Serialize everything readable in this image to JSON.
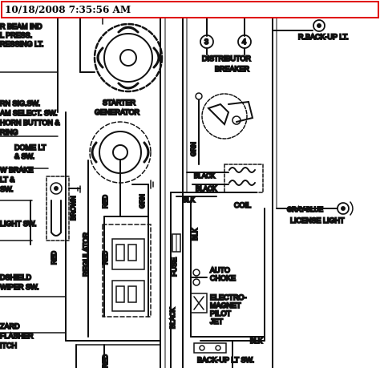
{
  "timestamp": "10/18/2008 7:35:56 AM",
  "left_labels": {
    "beam_ind": "R BEAM IND",
    "press": "L PRESS.",
    "press_lt": "RESSING LT.",
    "turn_sw": "RN SIG.SW.",
    "beam_select": "AM SELECT. SW.",
    "horn_button": "HORN BUTTON &",
    "ring": "RING",
    "dome_lt": "DOME LT",
    "and_sw": "& SW.",
    "brake": "W BRAKE",
    "lt_and": "LT &",
    "sw": "SW.",
    "light_sw": "LIGHT SW.",
    "windshield": "DSHIELD",
    "wiper_sw": "WIPER SW.",
    "hazard": "ZARD",
    "flasher": "FLASHER",
    "switch": "ITCH"
  },
  "components": {
    "starter": "STARTER",
    "generator": "GENERATOR",
    "regulator": "REGULATOR",
    "distributor": "DISTRIBUTOR",
    "breaker": "BREAKER",
    "coil": "COIL",
    "auto_choke_1": "AUTO",
    "auto_choke_2": "CHOKE",
    "electro_1": "ELECTRO-",
    "electro_2": "MAGNET",
    "electro_3": "PILOT",
    "electro_4": "JET",
    "fuse": "FUSE",
    "license_light": "LICENSE LIGHT",
    "back_up_lt": "R.BACK-UP LT.",
    "back_up_sw": "BACK-UP LT SW.",
    "terminal_3": "3",
    "terminal_4": "4"
  },
  "wires": {
    "brown": "BROWN",
    "red_1": "RED",
    "red_2": "RED",
    "red_3": "RED",
    "red_4": "RED",
    "grn_1": "GRN",
    "grn_2": "GRN",
    "black_1": "BLACK",
    "black_2": "BLACK",
    "black_3": "BLACK",
    "blk_1": "BLK",
    "blk_2": "BLK",
    "blk_3": "BLK",
    "gray_blue": "GRAY-BLUE"
  }
}
